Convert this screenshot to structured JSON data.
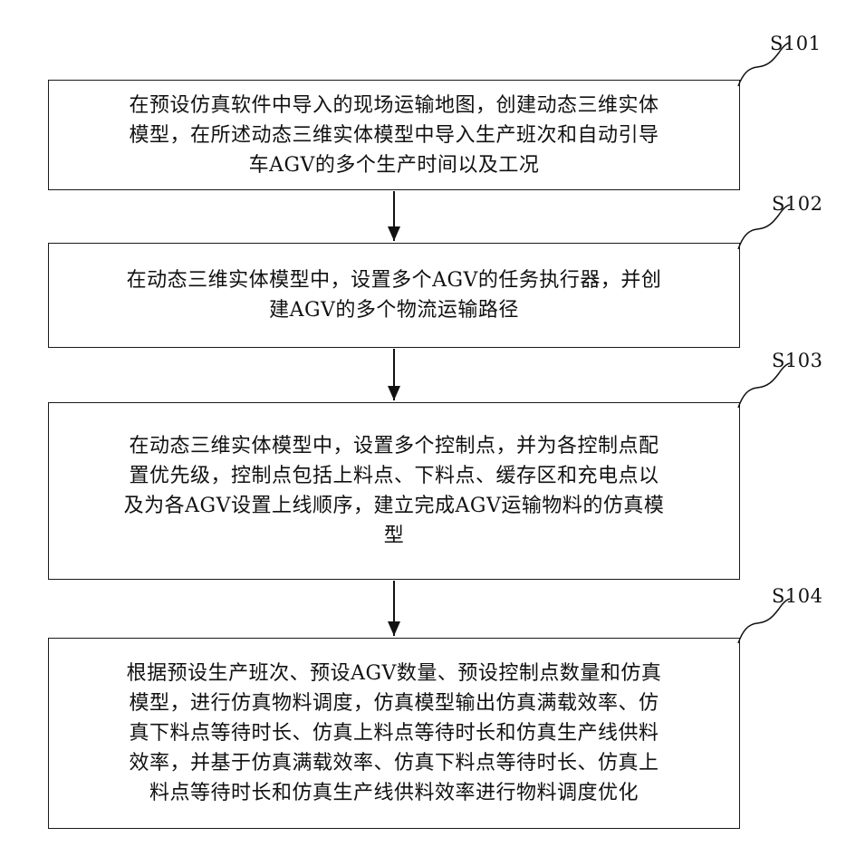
{
  "steps": [
    {
      "label": "S101",
      "text": "在预设仿真软件中导入的现场运输地图，创建动态三维实体\n模型，在所述动态三维实体模型中导入生产班次和自动引导\n车AGV的多个生产时间以及工况"
    },
    {
      "label": "S102",
      "text": "在动态三维实体模型中，设置多个AGV的任务执行器，并创\n建AGV的多个物流运输路径"
    },
    {
      "label": "S103",
      "text": "在动态三维实体模型中，设置多个控制点，并为各控制点配\n置优先级，控制点包括上料点、下料点、缓存区和充电点以\n及为各AGV设置上线顺序，建立完成AGV运输物料的仿真模\n型"
    },
    {
      "label": "S104",
      "text": "根据预设生产班次、预设AGV数量、预设控制点数量和仿真\n模型，进行仿真物料调度，仿真模型输出仿真满载效率、仿\n真下料点等待时长、仿真上料点等待时长和仿真生产线供料\n效率，并基于仿真满载效率、仿真下料点等待时长、仿真上\n料点等待时长和仿真生产线供料效率进行物料调度优化"
    }
  ]
}
